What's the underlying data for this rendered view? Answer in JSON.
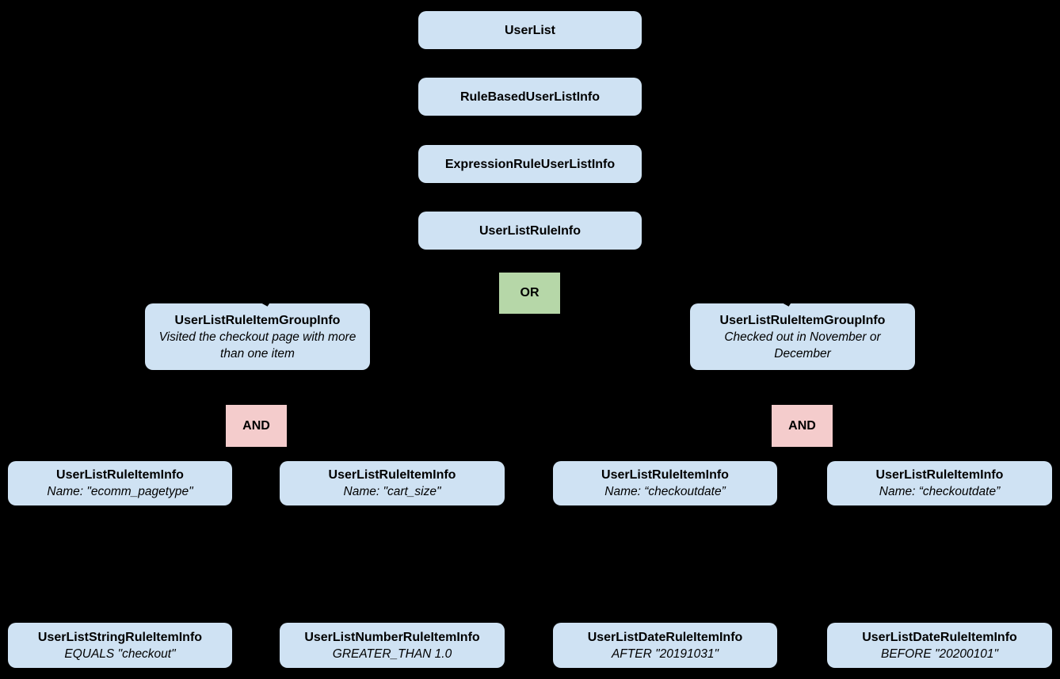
{
  "colors": {
    "background": "#000000",
    "node_fill": "#cfe2f3",
    "or_fill": "#b6d7a8",
    "and_fill": "#f4cccc",
    "text": "#000000"
  },
  "nodes": {
    "user_list": {
      "title": "UserList"
    },
    "rule_based_user_list_info": {
      "title": "RuleBasedUserListInfo"
    },
    "expression_rule_user_list_info": {
      "title": "ExpressionRuleUserListInfo"
    },
    "user_list_rule_info": {
      "title": "UserListRuleInfo"
    },
    "or_operator": {
      "label": "OR"
    },
    "and_operator_left": {
      "label": "AND"
    },
    "and_operator_right": {
      "label": "AND"
    },
    "group_left": {
      "title": "UserListRuleItemGroupInfo",
      "description": "Visited the checkout page with more than one item"
    },
    "group_right": {
      "title": "UserListRuleItemGroupInfo",
      "description": "Checked out in November or December"
    },
    "rule_items": [
      {
        "title": "UserListRuleItemInfo",
        "description": "Name: \"ecomm_pagetype\""
      },
      {
        "title": "UserListRuleItemInfo",
        "description": "Name: \"cart_size\""
      },
      {
        "title": "UserListRuleItemInfo",
        "description": "Name: “checkoutdate”"
      },
      {
        "title": "UserListRuleItemInfo",
        "description": "Name: “checkoutdate”"
      }
    ],
    "leaf_items": [
      {
        "title": "UserListStringRuleItemInfo",
        "description": "EQUALS \"checkout\""
      },
      {
        "title": "UserListNumberRuleItemInfo",
        "description": "GREATER_THAN 1.0"
      },
      {
        "title": "UserListDateRuleItemInfo",
        "description": "AFTER \"20191031\""
      },
      {
        "title": "UserListDateRuleItemInfo",
        "description": "BEFORE \"20200101\""
      }
    ]
  }
}
